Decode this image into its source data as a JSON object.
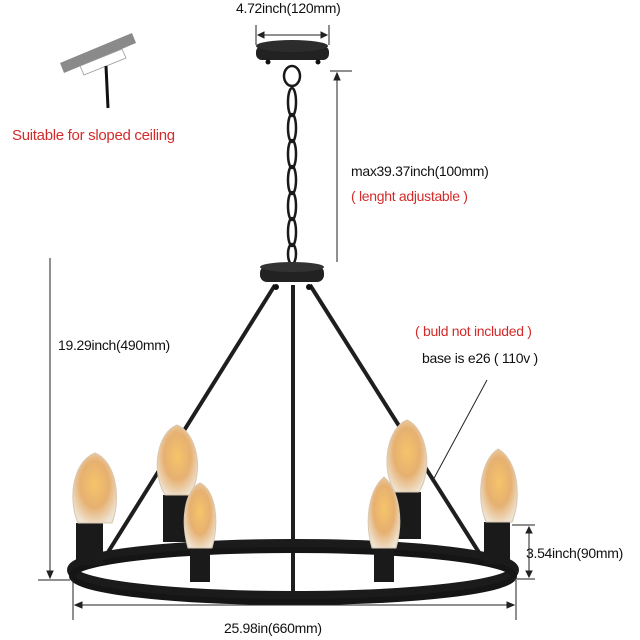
{
  "labels": {
    "canopy_width": "4.72inch(120mm)",
    "sloped_ceiling": "Suitable for sloped ceiling",
    "chain_length": "max39.37inch(100mm)",
    "chain_note": "( lenght adjustable )",
    "body_height": "19.29inch(490mm)",
    "bulb_note": "( buld not included )",
    "base_type": "base is e26 ( 110v )",
    "socket_height": "3.54inch(90mm)",
    "ring_diameter": "25.98in(660mm)"
  },
  "colors": {
    "accent_red": "#d42a2a",
    "metal": "#1e1e1e",
    "bulb_glow": "#e8a24a"
  }
}
